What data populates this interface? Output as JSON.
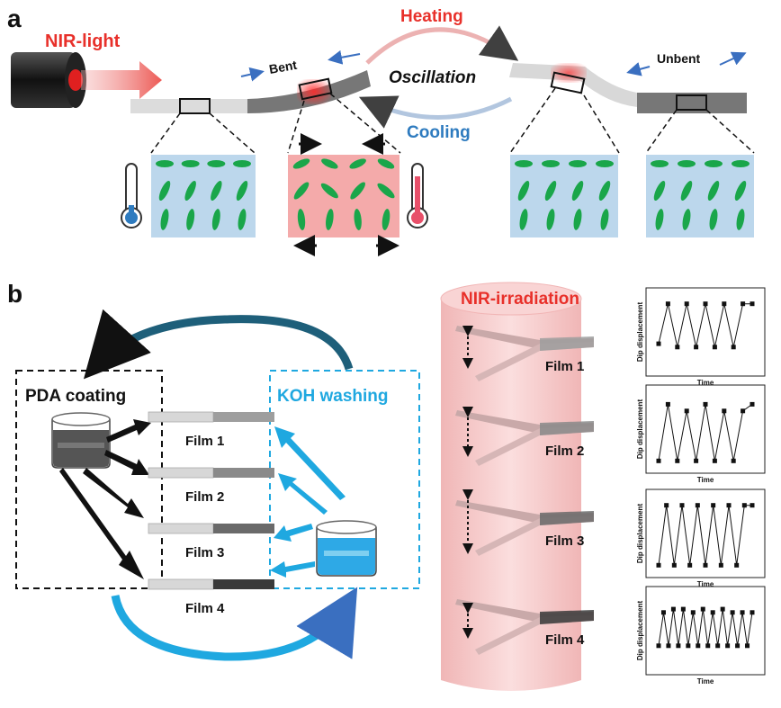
{
  "panel_a": {
    "label": "a",
    "nir_light": "NIR-light",
    "bent": "Bent",
    "unbent": "Unbent",
    "heating": "Heating",
    "oscillation": "Oscillation",
    "cooling": "Cooling"
  },
  "panel_b": {
    "label": "b",
    "pda_coating": "PDA coating",
    "koh_washing": "KOH washing",
    "nir_irradiation": "NIR-irradiation",
    "films": [
      "Film 1",
      "Film 2",
      "Film 3",
      "Film 4"
    ],
    "film_colors": [
      "#9e9e9e",
      "#8a8a8a",
      "#6a6a6a",
      "#3a3a3a"
    ],
    "oscillation_films": [
      "Film 1",
      "Film 2",
      "Film 3",
      "Film 4"
    ],
    "plot_xlabel": "Time",
    "plot_ylabel": "Dip displacement"
  },
  "colors": {
    "heating": "#e8302a",
    "cooling": "#2e7bbf",
    "nir": "#e8302a",
    "koh": "#1fa8e0",
    "cold_box": "#bcd7ec",
    "hot_box": "#f4aaaa",
    "mesogen": "#1aa64a",
    "nir_cylinder": "#f7c9c9"
  },
  "chart_data": [
    {
      "type": "line",
      "ylabel": "Dip displacement",
      "xlabel": "Time",
      "x": [
        1,
        2,
        3,
        4,
        5,
        6,
        7,
        8,
        9,
        10,
        11
      ],
      "series": [
        {
          "values": [
            0.35,
            0.95,
            0.3,
            0.95,
            0.3,
            0.95,
            0.3,
            0.95,
            0.3,
            0.95,
            0.95
          ]
        }
      ]
    },
    {
      "type": "line",
      "ylabel": "Dip displacement",
      "xlabel": "Time",
      "x": [
        1,
        2,
        3,
        4,
        5,
        6,
        7,
        8,
        9,
        10,
        11
      ],
      "series": [
        {
          "values": [
            0.05,
            0.9,
            0.05,
            0.8,
            0.05,
            0.9,
            0.05,
            0.8,
            0.05,
            0.8,
            0.9
          ]
        }
      ]
    },
    {
      "type": "line",
      "ylabel": "Dip displacement",
      "xlabel": "Time",
      "x": [
        1,
        2,
        3,
        4,
        5,
        6,
        7,
        8,
        9,
        10,
        11,
        12,
        13
      ],
      "series": [
        {
          "values": [
            0.05,
            0.95,
            0.05,
            0.95,
            0.05,
            0.95,
            0.05,
            0.95,
            0.05,
            0.95,
            0.05,
            0.95,
            0.95
          ]
        }
      ]
    },
    {
      "type": "line",
      "ylabel": "Dip displacement",
      "xlabel": "Time",
      "x": [
        1,
        2,
        3,
        4,
        5,
        6,
        7,
        8,
        9,
        10,
        11,
        12,
        13,
        14,
        15,
        16,
        17,
        18,
        19,
        20
      ],
      "series": [
        {
          "values": [
            0.3,
            0.8,
            0.3,
            0.85,
            0.3,
            0.85,
            0.3,
            0.8,
            0.3,
            0.85,
            0.3,
            0.8,
            0.3,
            0.85,
            0.3,
            0.8,
            0.3,
            0.8,
            0.3,
            0.8
          ]
        }
      ]
    }
  ]
}
